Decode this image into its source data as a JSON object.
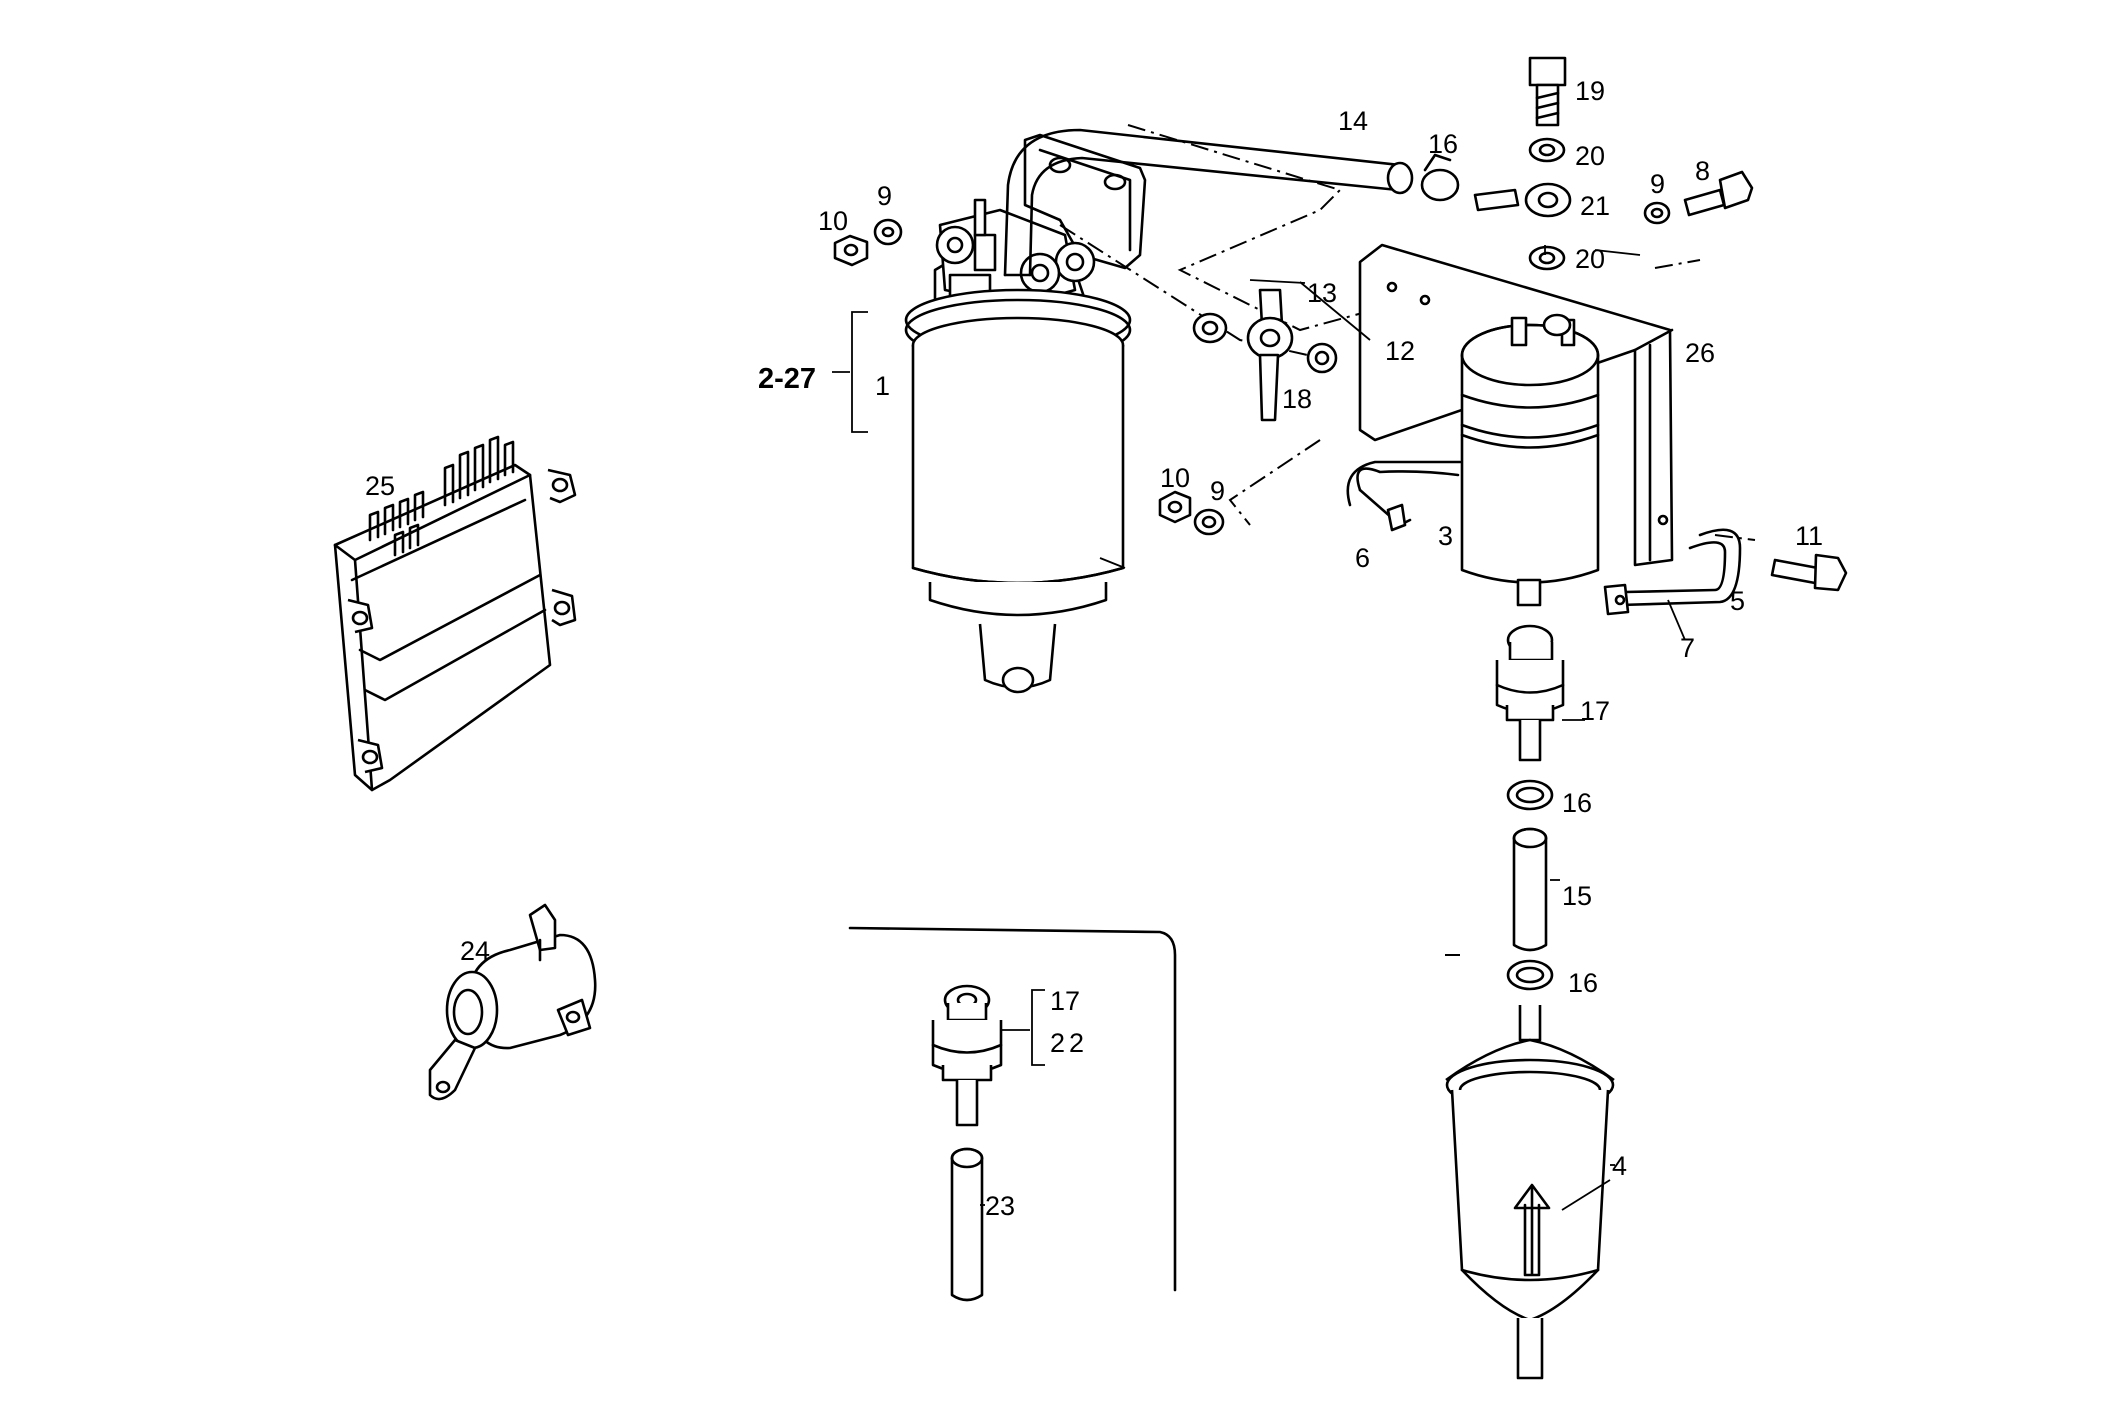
{
  "callouts": {
    "c19": "19",
    "c20a": "20",
    "c21": "21",
    "c20b": "20",
    "c9a": "9",
    "c8": "8",
    "c14": "14",
    "c16a": "16",
    "c9b": "9",
    "c10a": "10",
    "c13": "13",
    "c12": "12",
    "c18": "18",
    "c26": "26",
    "c2_27": "2-27",
    "c1": "1",
    "c25": "25",
    "c10b": "10",
    "c9c": "9",
    "c6": "6",
    "c3": "3",
    "c11": "11",
    "c5": "5",
    "c7": "7",
    "c17a": "17",
    "c16b": "16",
    "c15": "15",
    "c16c": "16",
    "c24": "24",
    "c17b": "17",
    "c22": "22",
    "c4": "4",
    "c23": "23"
  }
}
